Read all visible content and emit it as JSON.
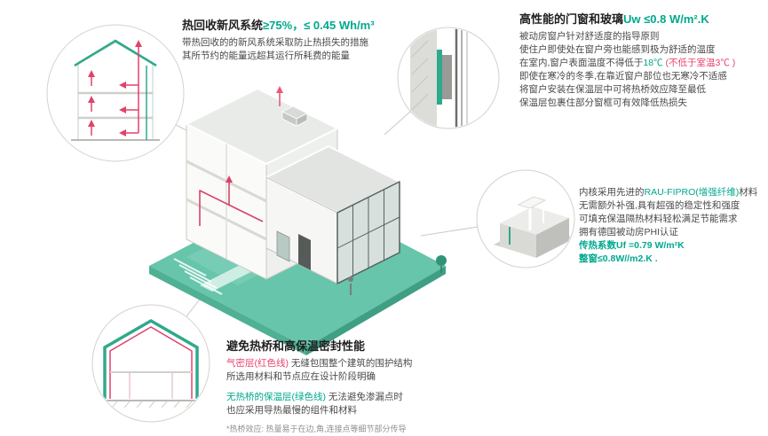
{
  "colors": {
    "teal_accent": "#00a88e",
    "teal_base": "#66c5aa",
    "teal_dark": "#3f9f84",
    "red_accent": "#e8436f",
    "duct_red": "#d8436b",
    "text_dark": "#1f1f1f",
    "text_body": "#4a4a4a",
    "line_gray": "#c9c9c5"
  },
  "hrv_block": {
    "title_main": "热回收新风系统",
    "title_accent": "≥75%，≤ 0.45 Wh/m³",
    "line1": "带热回收的的新风系统采取防止热损失的措施",
    "line2": "其所节约的能量远超其运行所耗费的能量"
  },
  "window_block": {
    "title_main": "高性能的门窗和玻璃",
    "title_accent": "Uw ≤0.8 W/m².K",
    "line1": "被动房窗户针对舒适度的指导原则",
    "line2": "使住户即使处在窗户旁也能感到极为舒适的温度",
    "line3_pre": "在室内,窗户表面温度不得低于",
    "line3_temp": "18℃",
    "line3_paren": " (不低于室温3℃ )",
    "line4": "即使在寒冷的冬季,在靠近窗户部位也无寒冷不适感",
    "line5": "将窗户安装在保温层中可将热桥效应降至最低",
    "line6": "保温层包裹住部分窗框可有效降低热损失"
  },
  "profile_block": {
    "line1_pre": "内核采用先进的",
    "line1_accent": "RAU-FIPRO(增强纤维)",
    "line1_post": "材料",
    "line2": "无需额外补强,具有超强的稳定性和强度",
    "line3": "可填充保温隔热材料轻松满足节能需求",
    "line4": "拥有德国被动房PHI认证",
    "line5": "传热系数Uf =0.79 W/m²K",
    "line6": "整窗≤0.8W//m2.K ."
  },
  "bridge_block": {
    "title": "避免热桥和高保温密封性能",
    "red_label": "气密层(红色线)",
    "red_rest": " 无缝包围整个建筑的围护结构",
    "line2": "所选用材料和节点应在设计阶段明确",
    "green_label": "无热桥的保温层(绿色线)",
    "green_rest": " 无法避免渗漏点时",
    "line4": "也应采用导热最慢的组件和材料",
    "footnote": "*热桥效应: 热量易于在边,角,连接点等细节部分传导"
  },
  "icons": {
    "hrv_circle": "house-section-with-ventilation-arrows-icon",
    "window_detail_circle": "window-installation-detail-icon",
    "window_profile_circle": "window-frame-profile-icon",
    "thermal_circle": "house-section-insulation-airtight-lines-icon"
  }
}
